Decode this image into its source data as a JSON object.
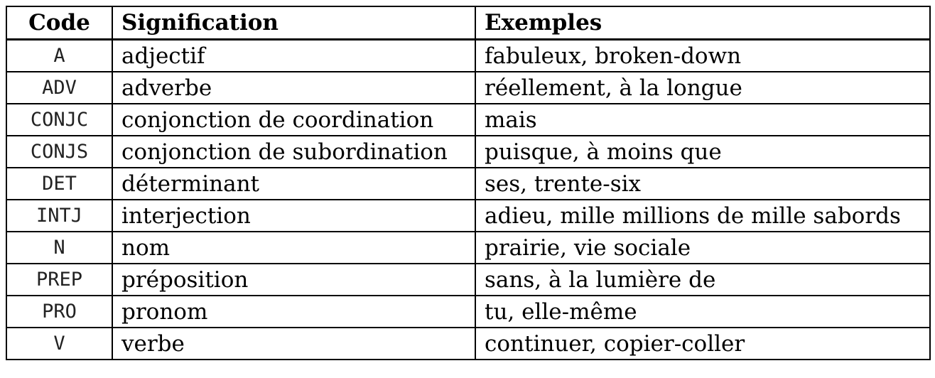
{
  "table": {
    "headers": [
      "Code",
      "Signification",
      "Exemples"
    ],
    "rows": [
      {
        "code": "A",
        "meaning": "adjectif",
        "examples": "fabuleux, broken-down"
      },
      {
        "code": "ADV",
        "meaning": "adverbe",
        "examples": "réellement, à la longue"
      },
      {
        "code": "CONJC",
        "meaning": "conjonction de coordination",
        "examples": "mais"
      },
      {
        "code": "CONJS",
        "meaning": "conjonction de subordination",
        "examples": "puisque, à moins que"
      },
      {
        "code": "DET",
        "meaning": "déterminant",
        "examples": "ses, trente-six"
      },
      {
        "code": "INTJ",
        "meaning": "interjection",
        "examples": "adieu, mille millions de mille sabords"
      },
      {
        "code": "N",
        "meaning": "nom",
        "examples": "prairie, vie sociale"
      },
      {
        "code": "PREP",
        "meaning": "préposition",
        "examples": "sans, à la lumière de"
      },
      {
        "code": "PRO",
        "meaning": "pronom",
        "examples": "tu, elle-même"
      },
      {
        "code": "V",
        "meaning": "verbe",
        "examples": "continuer, copier-coller"
      }
    ]
  }
}
